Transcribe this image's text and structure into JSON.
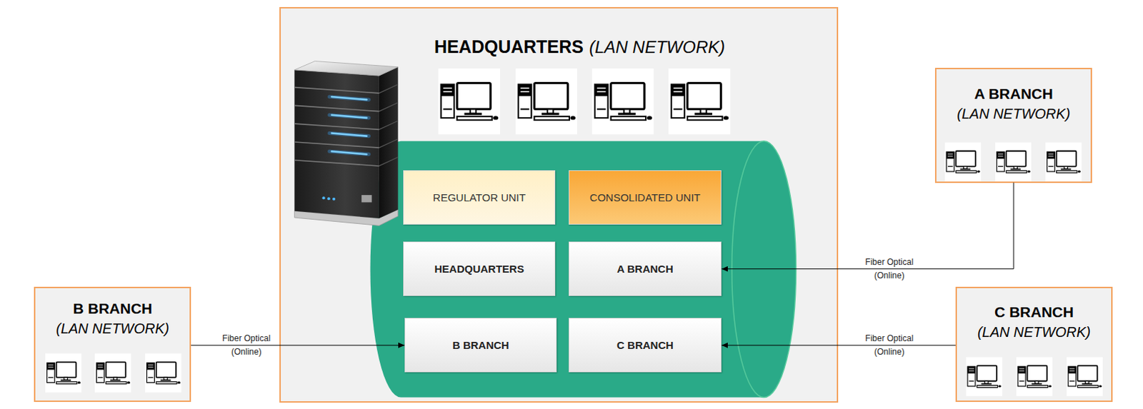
{
  "diagram": {
    "nodes": [
      {
        "text": [
          "HEADQUARTERS",
          "(LAN NETWORK)"
        ]
      },
      {
        "text": [
          "REGULATOR UNIT"
        ],
        "in": 0
      },
      {
        "text": [
          "CONSOLIDATED UNIT"
        ],
        "in": 0
      },
      {
        "text": [
          "HEADQUARTERS"
        ],
        "in": 0
      },
      {
        "text": [
          "A BRANCH"
        ],
        "in": 0
      },
      {
        "text": [
          "B BRANCH"
        ],
        "in": 0
      },
      {
        "text": [
          "C BRANCH"
        ],
        "in": 0
      },
      {
        "text": [
          "A BRANCH",
          "(LAN NETWORK)"
        ]
      },
      {
        "text": [
          "B BRANCH",
          "(LAN NETWORK)"
        ]
      },
      {
        "text": [
          "C BRANCH",
          "(LAN NETWORK)"
        ]
      }
    ],
    "edges": [
      {
        "from": 7,
        "to": 4,
        "arrow": "to",
        "label": "Fiber Optical (Online)"
      },
      {
        "from": 8,
        "to": 5,
        "arrow": "to",
        "label": "Fiber Optical (Online)"
      },
      {
        "from": 9,
        "to": 6,
        "arrow": "to",
        "label": "Fiber Optical (Online)"
      }
    ]
  }
}
